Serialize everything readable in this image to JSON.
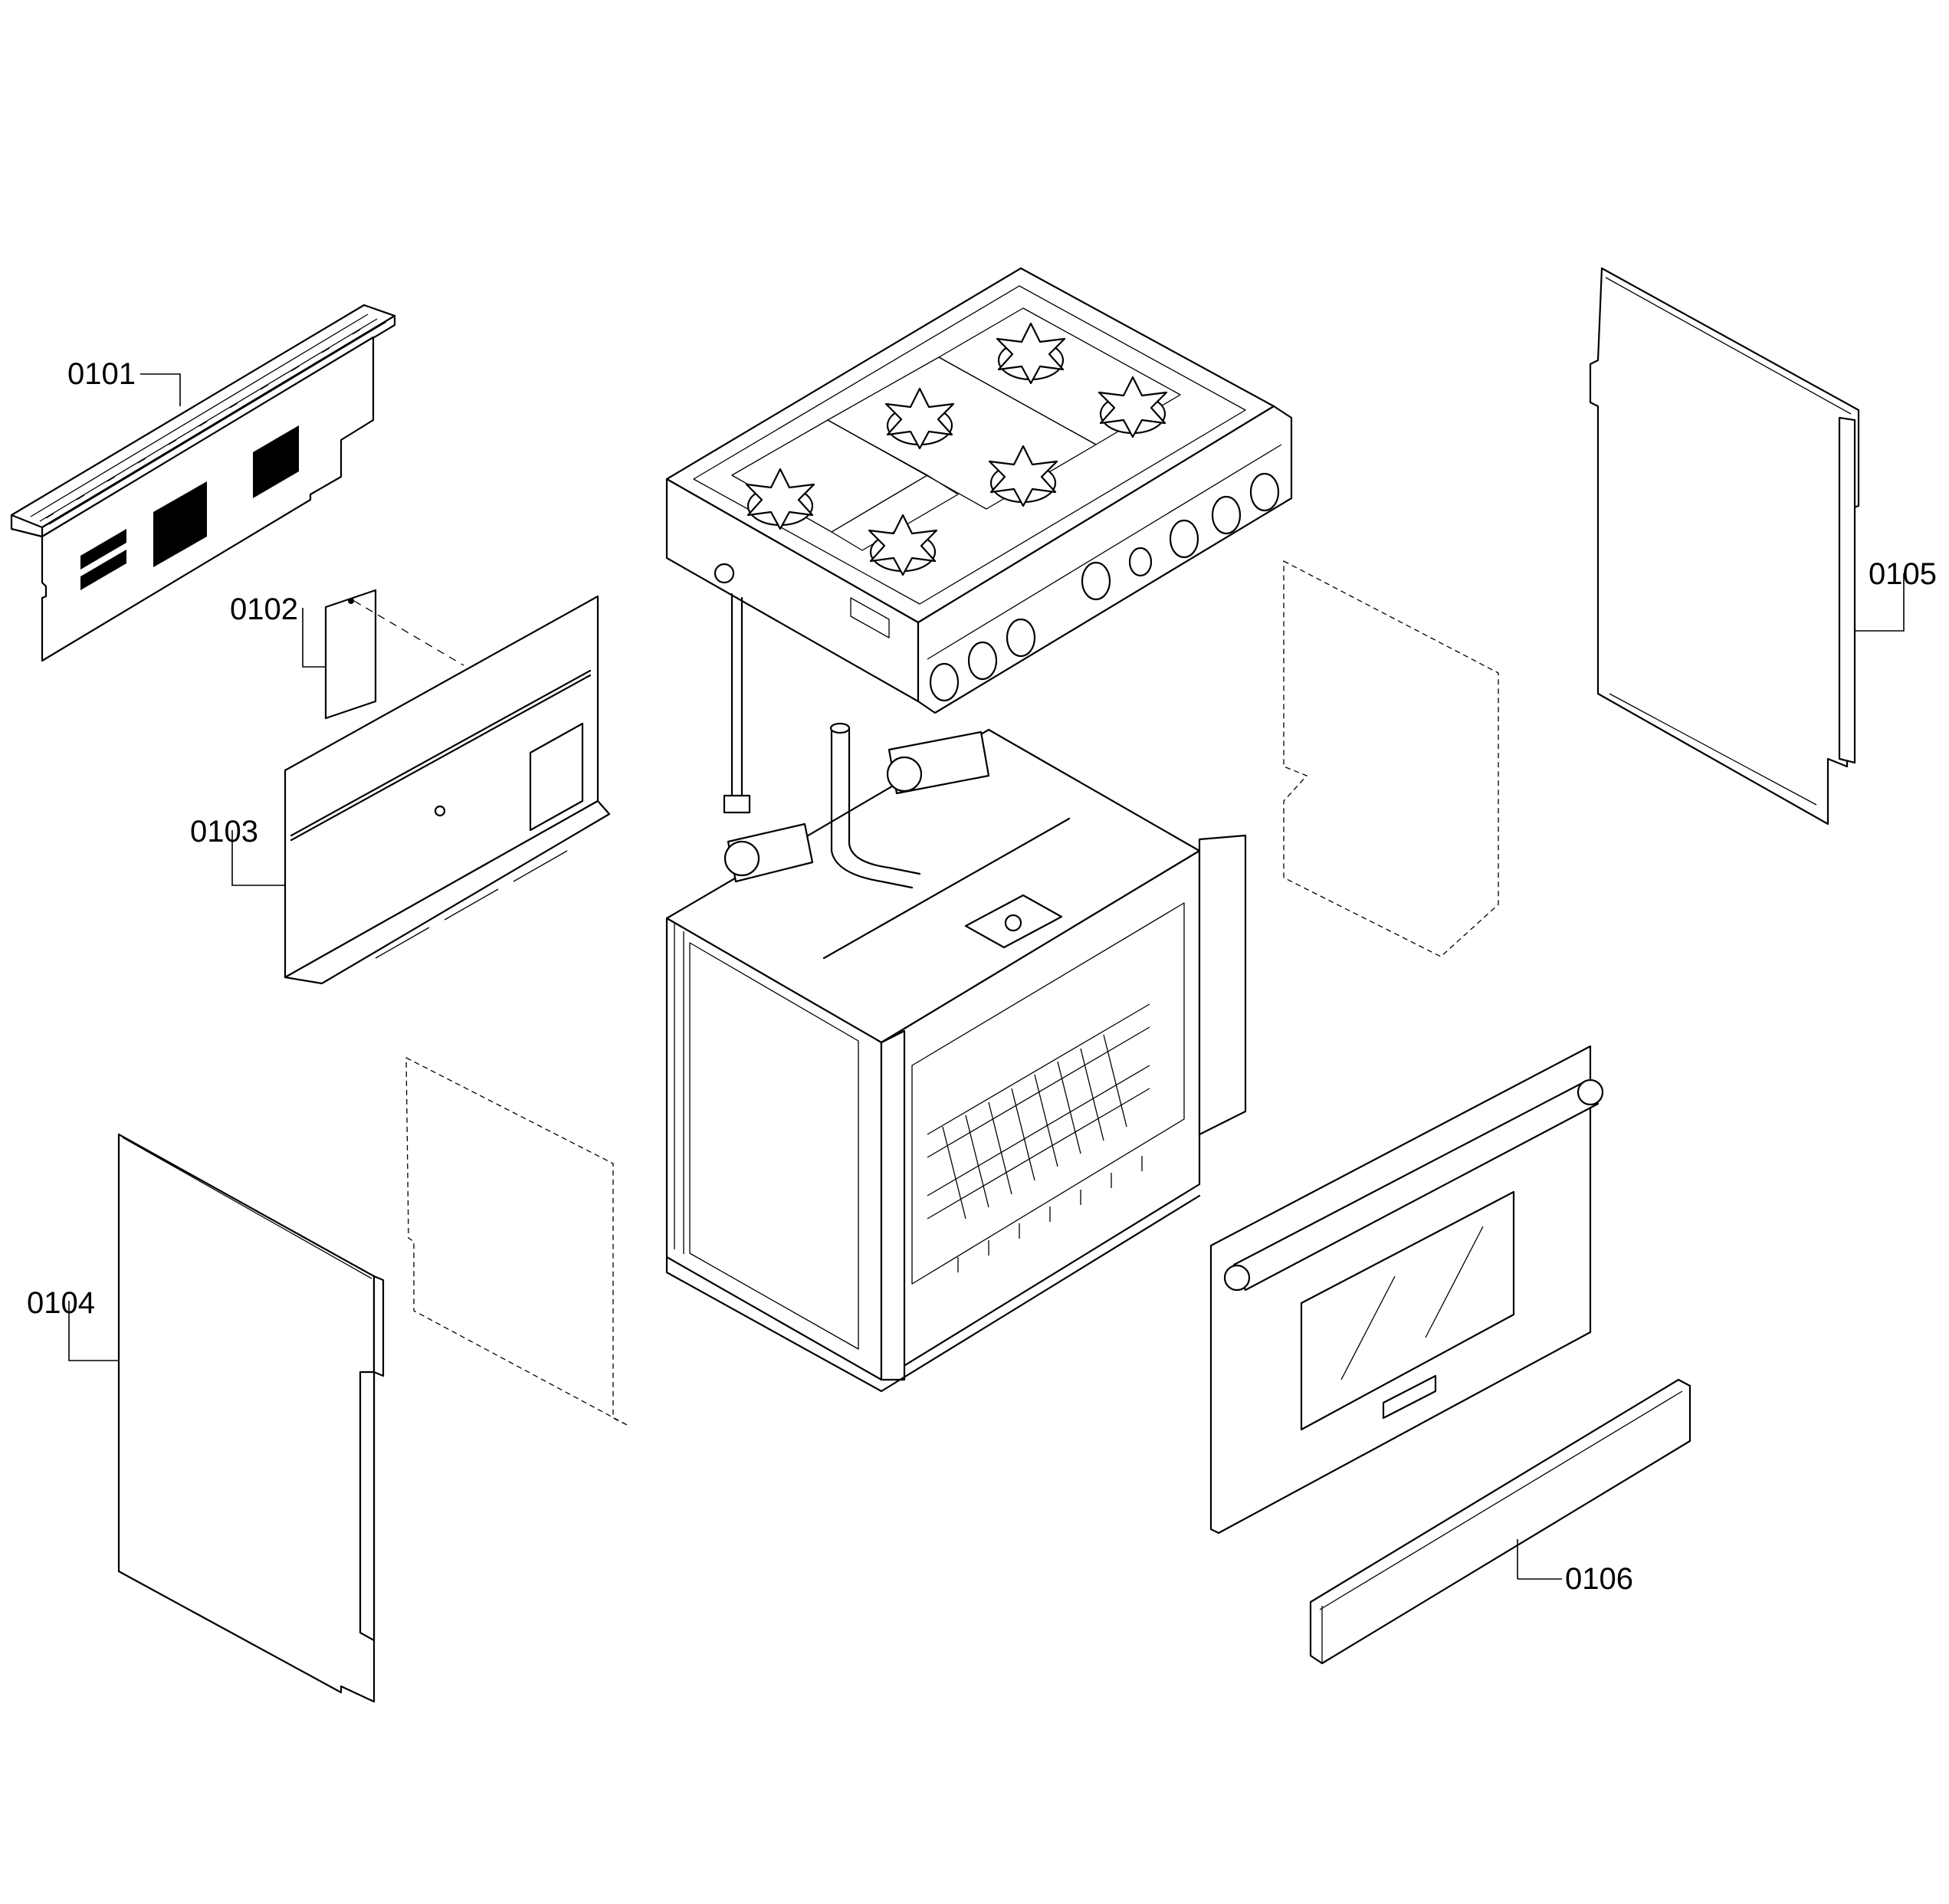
{
  "labels": {
    "p0101": "0101",
    "p0102": "0102",
    "p0103": "0103",
    "p0104": "0104",
    "p0105": "0105",
    "p0106": "0106"
  },
  "colors": {
    "background": "#ffffff",
    "ink": "#000000"
  }
}
